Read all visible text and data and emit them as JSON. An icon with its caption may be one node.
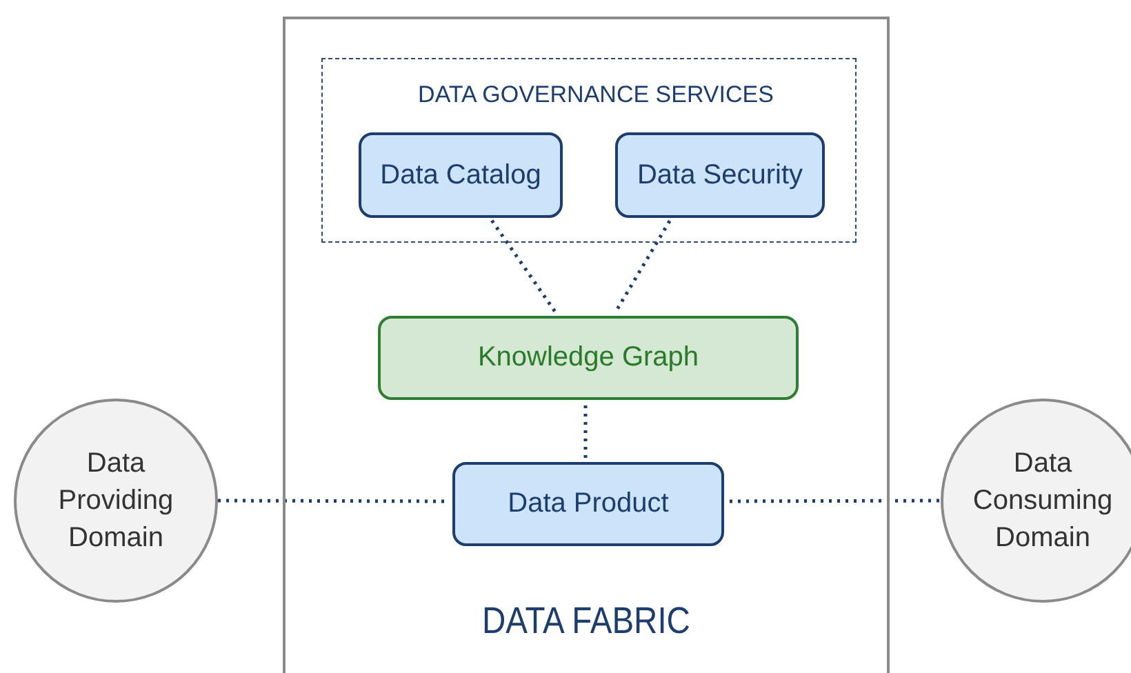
{
  "diagram": {
    "nodes": [
      {
        "text": [
          "DATA FABRIC"
        ]
      },
      {
        "text": [
          "DATA GOVERNANCE SERVICES"
        ],
        "in": 0
      },
      {
        "text": [
          "Data Catalog"
        ],
        "in": 1
      },
      {
        "text": [
          "Data Security"
        ],
        "in": 1
      },
      {
        "text": [
          "Knowledge Graph"
        ],
        "in": 0
      },
      {
        "text": [
          "Data Product"
        ],
        "in": 0
      },
      {
        "text": [
          "Data Providing Domain"
        ]
      },
      {
        "text": [
          "Data Consuming Domain"
        ]
      }
    ],
    "edges": [
      {
        "from": 2,
        "to": 4,
        "arrow": "none",
        "style": "dashed"
      },
      {
        "from": 3,
        "to": 4,
        "arrow": "none",
        "style": "dashed"
      },
      {
        "from": 4,
        "to": 5,
        "arrow": "none",
        "style": "dashed"
      },
      {
        "from": 6,
        "to": 5,
        "arrow": "none",
        "style": "dashed"
      },
      {
        "from": 5,
        "to": 7,
        "arrow": "none",
        "style": "dashed"
      }
    ]
  }
}
